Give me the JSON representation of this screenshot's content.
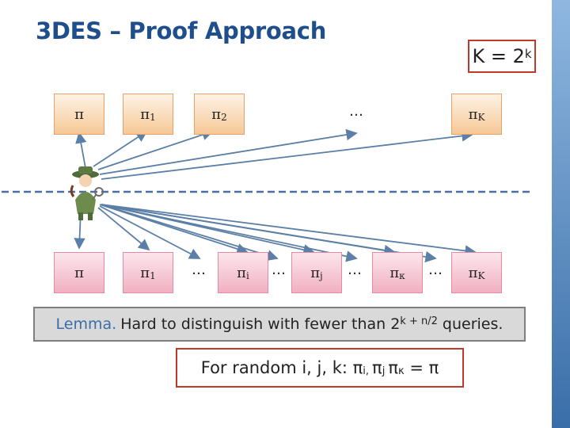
{
  "title": "3DES – Proof Approach",
  "k_box": {
    "base": "K = 2",
    "exp": "k"
  },
  "top_row": [
    {
      "sym": "π",
      "sub": ""
    },
    {
      "sym": "π",
      "sub": "1"
    },
    {
      "sym": "π",
      "sub": "2"
    },
    {
      "sym": "π",
      "sub": "K"
    }
  ],
  "top_ellipsis": "…",
  "bottom_row": [
    {
      "sym": "π",
      "sub": ""
    },
    {
      "sym": "π",
      "sub": "1"
    },
    {
      "sym": "π",
      "sub": "i"
    },
    {
      "sym": "π",
      "sub": "j"
    },
    {
      "sym": "π",
      "sub": "κ"
    },
    {
      "sym": "π",
      "sub": "K"
    }
  ],
  "bottom_ellipsis": "…",
  "lemma": {
    "label": "Lemma.",
    "text": "Hard to distinguish with fewer than 2",
    "exp": "k + n/2",
    "tail": " queries."
  },
  "random": {
    "prefix": "For random i, j, k: ",
    "pi": "π",
    "sub_i": "i,",
    "sub_j": "j",
    "sub_k": "κ",
    "eq": " = π"
  },
  "colors": {
    "title": "#1f4e8c",
    "accent": "#c0392b",
    "arrow": "#5b7fa6",
    "dash": "#4a6fa0"
  },
  "icons": [
    "detective-icon"
  ]
}
